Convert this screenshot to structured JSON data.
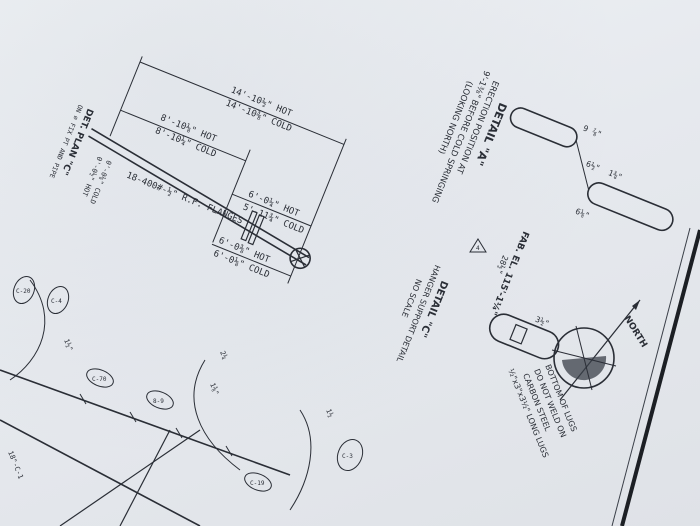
{
  "drawing": {
    "detail_a": {
      "title": "DETAIL \"A\"",
      "note_1": "ERECTION POSITION AT",
      "note_2": "9'-1⅜\" BEFORE COLD SPRINGING",
      "note_3": "(LOOKING NORTH)"
    },
    "dims_main": {
      "hot_long": "14'-10½\" HOT",
      "cold_long": "14'-10⅜\" COLD",
      "hot_mid": "8'-10⅛\" HOT",
      "cold_mid": "8'-10¼\" COLD",
      "hot_short": "6'-0¼\" HOT",
      "cold_short": "5'-11¾\" COLD",
      "flanges": "18-400#-½\" R.F. FLANGES",
      "hot_low": "6'-0⅜\" HOT",
      "cold_low": "6'-0⅛\" COLD"
    },
    "detail_plan": {
      "title": "DET. PLAN \"C\"",
      "hot": "0'-0½\" HOT",
      "cold": "0'-0⅛\" COLD",
      "note": "ON ∅ FIX PT AND PIPE"
    },
    "detail_c": {
      "fab_el": "FAB. EL. 115'-1¼\"",
      "dim_1": "28½\"",
      "dim_2": "3½\"",
      "title": "DETAIL \"C\"",
      "sub_1": "HANGER SUPPORT DETAIL",
      "sub_2": "NO SCALE",
      "lug_1": "½\"x3\"x3½\" LONG LUGS",
      "lug_2": "CARBON STEEL",
      "lug_3": "DO NOT WELD ON",
      "lug_4": "BOTTOM OF LUGS",
      "marker": "4"
    },
    "pipe_detail": {
      "d1": "9 ⅞\"",
      "d2": "6½\"",
      "d3": "1⅜\"",
      "d4": "6⅛\""
    },
    "north": "NORTH",
    "bubbles": [
      "C-70",
      "8-9",
      "C-19",
      "C-20",
      "C-4",
      "C-3"
    ],
    "small_notes": [
      "1⅜\"",
      "1½",
      "1½\"",
      "2¼",
      "18\"-C-1"
    ]
  },
  "colors": {
    "paper": "#e9ecf0",
    "ink": "#2a2e36",
    "hatch": "#3a3f48",
    "margin_line": "#1c1f24"
  }
}
